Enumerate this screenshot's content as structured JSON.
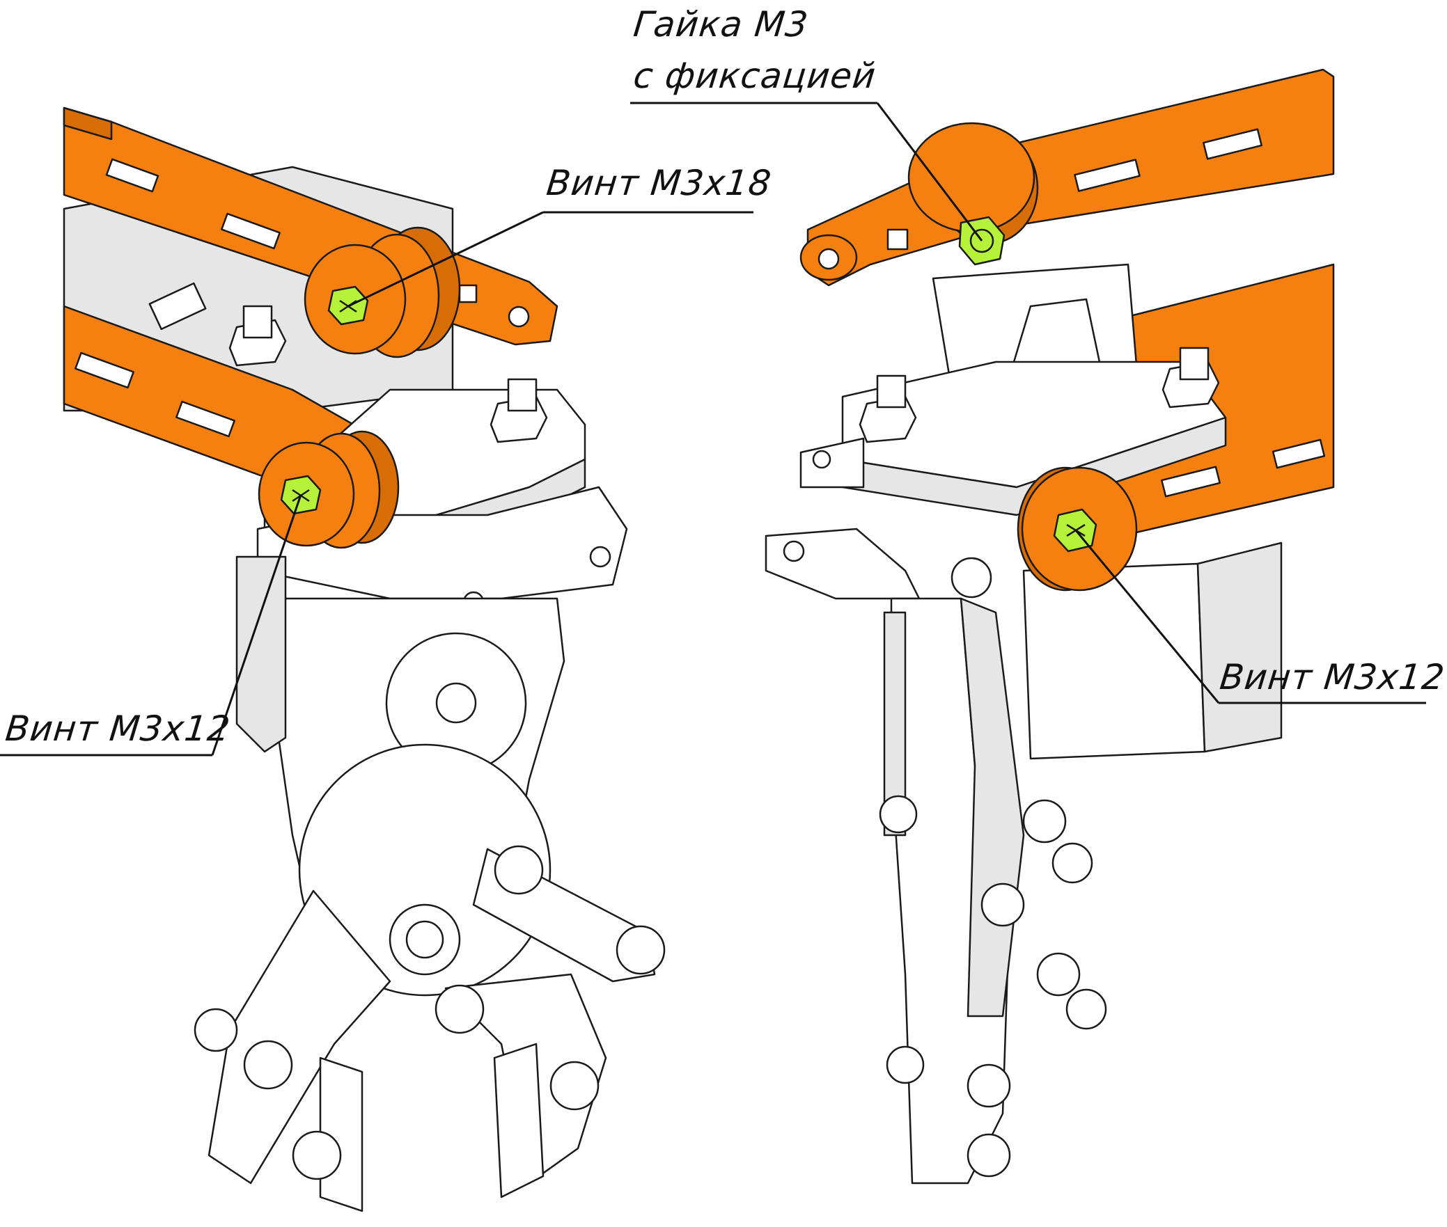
{
  "callouts": {
    "nut_m3_locking": {
      "line1": "Гайка М3",
      "line2": "с фиксацией"
    },
    "screw_m3x18": "Винт М3х18",
    "screw_m3x12_left": "Винт М3х12",
    "screw_m3x12_right": "Винт М3х12"
  },
  "colors": {
    "arm_orange": "#f5800f",
    "arm_orange_dark": "#d96d05",
    "fastener_green": "#b6f23a",
    "part_white": "#ffffff",
    "part_grey": "#e4e4e4",
    "outline": "#1a1a1a"
  }
}
